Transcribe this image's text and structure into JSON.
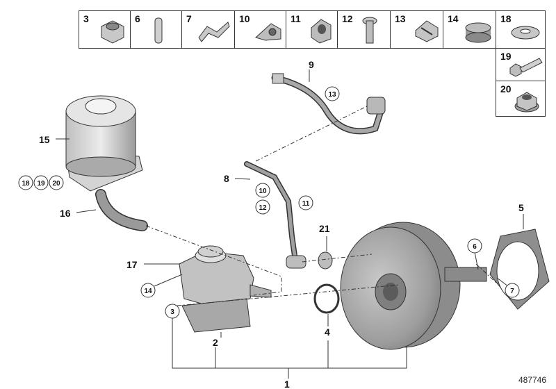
{
  "legend": {
    "top_row": [
      "3",
      "6",
      "7",
      "10",
      "11",
      "12",
      "13",
      "14"
    ],
    "right_col": [
      "18",
      "19",
      "20"
    ]
  },
  "callouts": {
    "n1": "1",
    "n2": "2",
    "n3": "3",
    "n4": "4",
    "n5": "5",
    "n6": "6",
    "n7": "7",
    "n8": "8",
    "n9": "9",
    "n15": "15",
    "n16": "16",
    "n17": "17",
    "n21": "21"
  },
  "circled": {
    "c13": "13",
    "c10": "10",
    "c12": "12",
    "c11": "11",
    "c18": "18",
    "c19": "19",
    "c20": "20",
    "c14": "14",
    "c3": "3",
    "c6": "6",
    "c7": "7"
  },
  "doc_number": "487746"
}
